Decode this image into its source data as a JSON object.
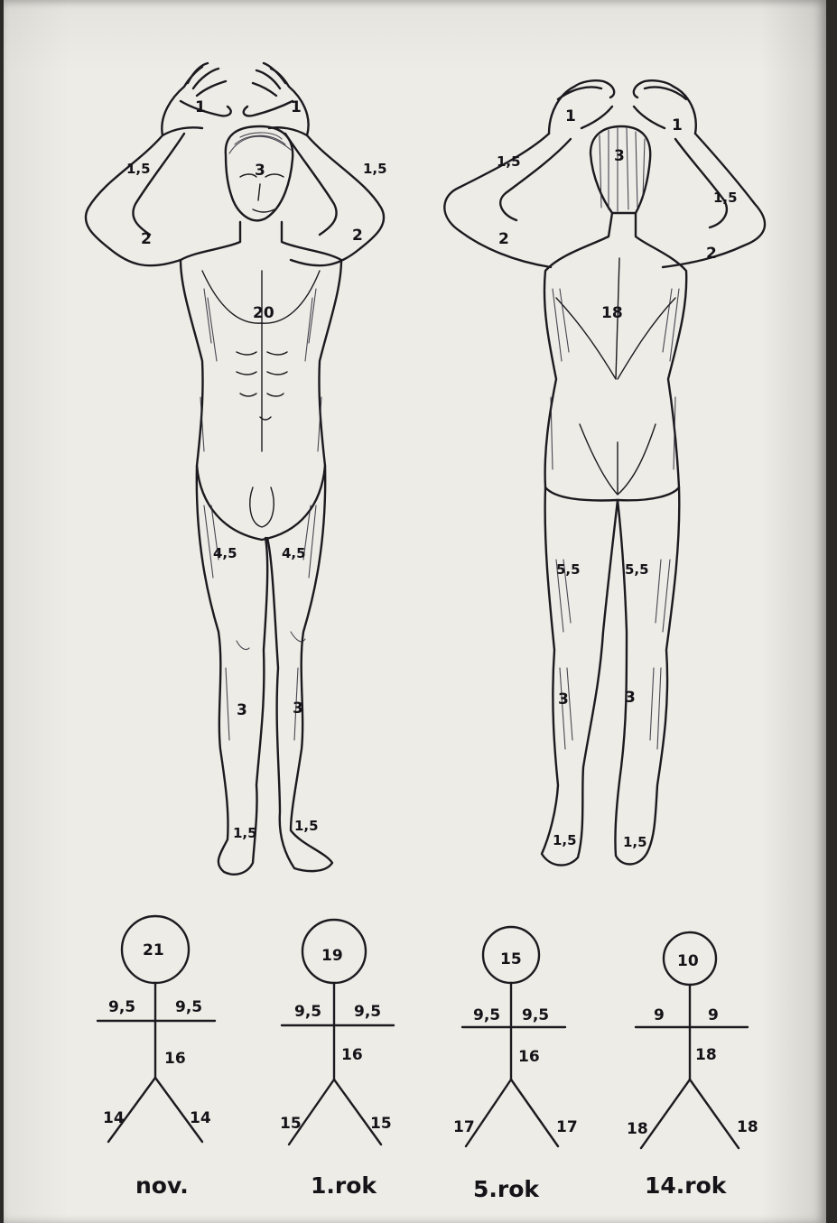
{
  "front_figure": {
    "labels": {
      "left_hand": "1",
      "right_hand": "1",
      "left_forearm": "1,5",
      "right_forearm": "1,5",
      "head": "3",
      "left_upper_arm": "2",
      "right_upper_arm": "2",
      "trunk": "20",
      "left_thigh": "4,5",
      "right_thigh": "4,5",
      "left_shin": "3",
      "right_shin": "3",
      "left_foot": "1,5",
      "right_foot": "1,5"
    }
  },
  "back_figure": {
    "labels": {
      "left_hand": "1",
      "right_hand": "1",
      "head": "3",
      "left_forearm": "1,5",
      "right_forearm": "1,5",
      "left_upper_arm": "2",
      "right_upper_arm": "2",
      "trunk": "18",
      "left_thigh": "5,5",
      "right_thigh": "5,5",
      "left_shin": "3",
      "right_shin": "3",
      "left_foot": "1,5",
      "right_foot": "1,5"
    }
  },
  "stick_figures": [
    {
      "head": "21",
      "arm_left": "9,5",
      "arm_right": "9,5",
      "trunk": "16",
      "leg_left": "14",
      "leg_right": "14",
      "caption": "nov."
    },
    {
      "head": "19",
      "arm_left": "9,5",
      "arm_right": "9,5",
      "trunk": "16",
      "leg_left": "15",
      "leg_right": "15",
      "caption": "1.rok"
    },
    {
      "head": "15",
      "arm_left": "9,5",
      "arm_right": "9,5",
      "trunk": "16",
      "leg_left": "17",
      "leg_right": "17",
      "caption": "5.rok"
    },
    {
      "head": "10",
      "arm_left": "9",
      "arm_right": "9",
      "trunk": "18",
      "leg_left": "18",
      "leg_right": "18",
      "caption": "14.rok"
    }
  ]
}
